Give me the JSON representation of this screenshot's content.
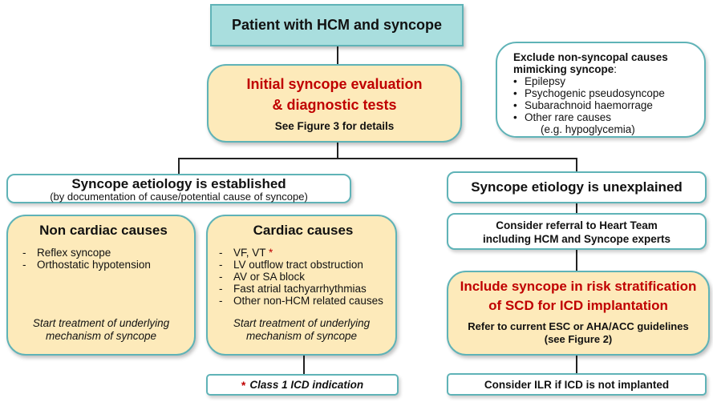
{
  "top": {
    "title": "Patient with HCM and syncope"
  },
  "initial": {
    "line1": "Initial syncope evaluation",
    "line2": "& diagnostic tests",
    "note": "See Figure 3 for details"
  },
  "exclude": {
    "title": "Exclude non-syncopal causes mimicking syncope",
    "title_suffix": ":",
    "items": [
      "Epilepsy",
      "Psychogenic pseudosyncope",
      "Subarachnoid haemorrage",
      "Other rare causes"
    ],
    "note": "(e.g. hypoglycemia)"
  },
  "established": {
    "title": "Syncope aetiology is established",
    "subtitle": "(by documentation of cause/potential cause of syncope)"
  },
  "noncardiac": {
    "title": "Non cardiac causes",
    "items": [
      "Reflex syncope",
      "Orthostatic hypotension"
    ],
    "treatment_line1": "Start treatment of underlying",
    "treatment_line2": "mechanism of syncope"
  },
  "cardiac": {
    "title": "Cardiac causes",
    "items": [
      "VF, VT",
      "LV outflow tract obstruction",
      "AV or SA block",
      "Fast atrial tachyarrhythmias",
      "Other non-HCM related causes"
    ],
    "marker": "*",
    "treatment_line1": "Start treatment of underlying",
    "treatment_line2": "mechanism of syncope"
  },
  "icd_note": {
    "star": "*",
    "text": "Class 1 ICD indication"
  },
  "unexplained": {
    "title": "Syncope etiology is unexplained"
  },
  "referral": {
    "line1": "Consider referral to Heart Team",
    "line2": "including HCM and Syncope experts"
  },
  "risk": {
    "line1": "Include syncope in risk stratification",
    "line2": "of SCD for ICD implantation",
    "note1": "Refer to current ESC or AHA/ACC guidelines",
    "note2": "(see Figure 2)"
  },
  "ilr": {
    "text": "Consider ILR if ICD is not implanted"
  },
  "colors": {
    "teal_fill": "#a9dede",
    "border": "#5fb3b7",
    "cream_fill": "#fdeaba",
    "red": "#c00000"
  }
}
